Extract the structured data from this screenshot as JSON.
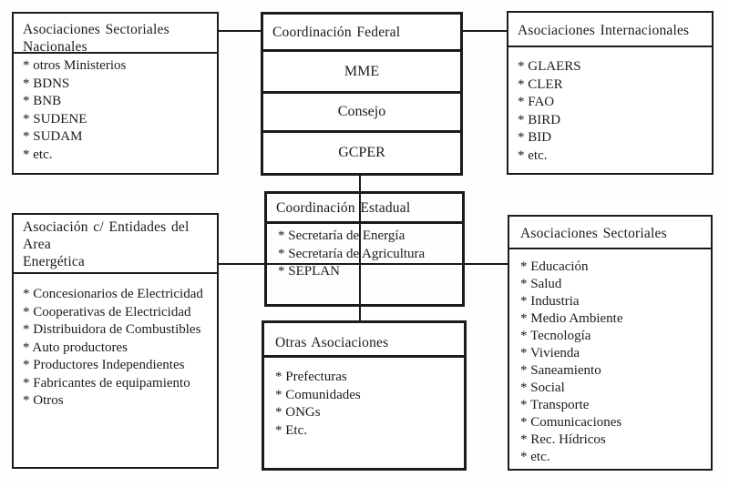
{
  "palette": {
    "ink": "#1b1b1b",
    "paper": "#ffffff"
  },
  "boxes": {
    "nacionales": {
      "title_lines": [
        "Asociaciones Sectoriales",
        "Nacionales"
      ],
      "items": [
        "* otros Ministerios",
        "* BDNS",
        "* BNB",
        "* SUDENE",
        "* SUDAM",
        "* etc."
      ]
    },
    "federal": {
      "title": "Coordinación Federal",
      "rows": [
        "MME",
        "Consejo",
        "GCPER"
      ]
    },
    "internacionales": {
      "title": "Asociaciones Internacionales",
      "items": [
        "* GLAERS",
        "* CLER",
        "* FAO",
        "* BIRD",
        "* BID",
        "* etc."
      ]
    },
    "energetica": {
      "title_lines": [
        "Asociación c/ Entidades del Area",
        "Energética"
      ],
      "items": [
        "* Concesionarios de Electricidad",
        "* Cooperativas de Electricidad",
        "* Distribuidora de Combustibles",
        "* Auto productores",
        "* Productores Independientes",
        "* Fabricantes de equipamiento",
        "* Otros"
      ]
    },
    "estadual": {
      "title": "Coordinación Estadual",
      "items": [
        "* Secretaría de Energía",
        "* Secretaría de Agricultura",
        "* SEPLAN"
      ]
    },
    "otras": {
      "title": "Otras Asociaciones",
      "items": [
        "* Prefecturas",
        "* Comunidades",
        "* ONGs",
        "* Etc."
      ]
    },
    "sectoriales": {
      "title": "Asociaciones Sectoriales",
      "items": [
        "* Educación",
        "* Salud",
        "* Industria",
        "* Medio Ambiente",
        "* Tecnología",
        "* Vivienda",
        "* Saneamiento",
        "* Social",
        "* Transporte",
        "* Comunicaciones",
        "* Rec. Hídricos",
        "* etc."
      ]
    }
  }
}
